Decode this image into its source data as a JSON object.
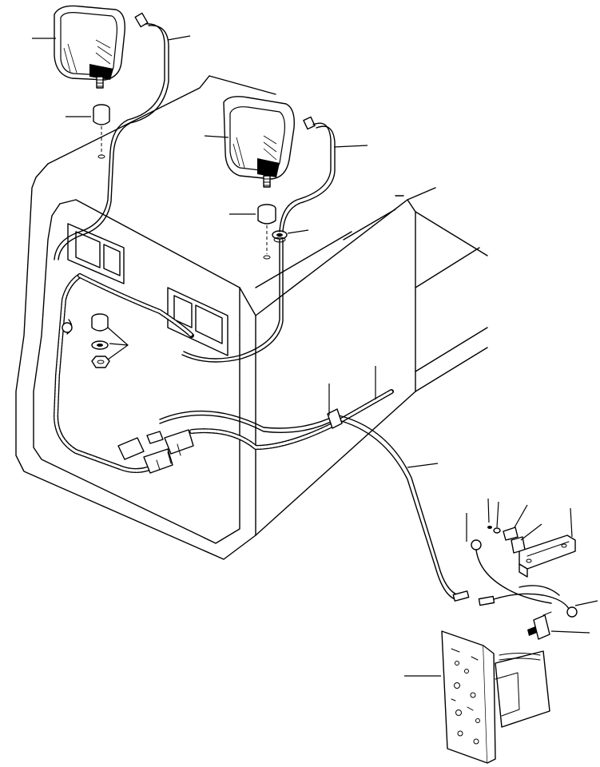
{
  "callout_count": 16,
  "colors": {
    "line": "#000000",
    "background": "#ffffff"
  },
  "icons": [
    "work-lamp",
    "lamp-cable",
    "rubber-mount",
    "grommet",
    "wiring-harness",
    "connector",
    "toggle-switch",
    "switch-panel",
    "ground-wire",
    "mounting-bracket",
    "nut",
    "washer"
  ]
}
